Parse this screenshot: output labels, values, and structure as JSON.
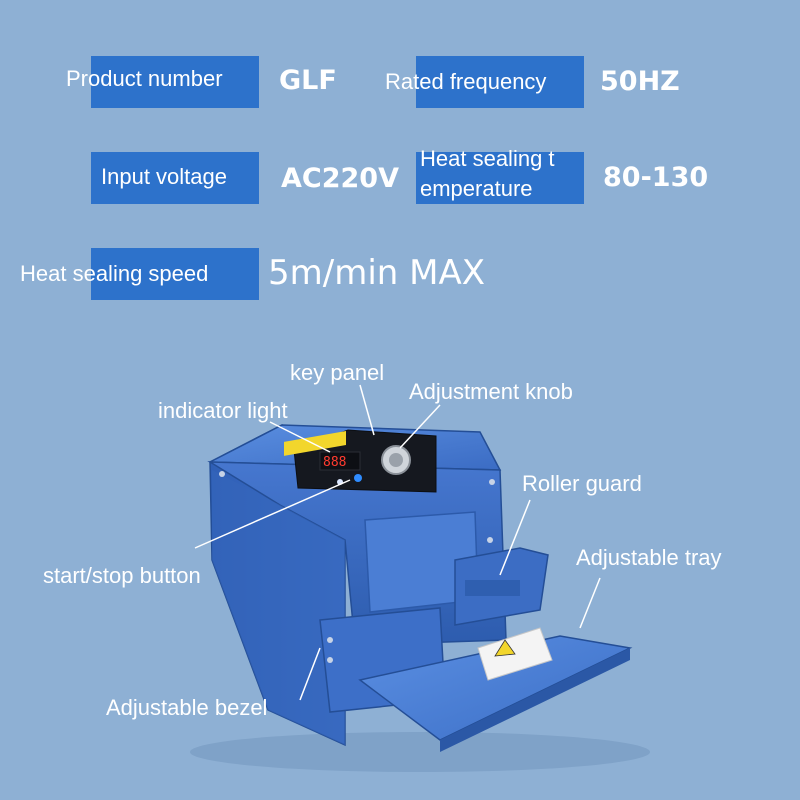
{
  "specs": {
    "product_number_label": "Product number",
    "product_number_value": "GLF",
    "rated_frequency_label": "Rated frequency",
    "rated_frequency_value": "50HZ",
    "input_voltage_label": "Input voltage",
    "input_voltage_value": "AC220V",
    "heat_temp_label_line1": "Heat sealing t",
    "heat_temp_label_line2": "emperature",
    "heat_temp_value": "80-130",
    "heat_speed_label": "Heat sealing speed",
    "heat_speed_value": "5m/min MAX"
  },
  "callouts": {
    "key_panel": "key panel",
    "adjustment_knob": "Adjustment knob",
    "indicator_light": "indicator light",
    "roller_guard": "Roller guard",
    "adjustable_tray": "Adjustable tray",
    "start_stop_button": "start/stop button",
    "adjustable_bezel": "Adjustable bezel"
  },
  "colors": {
    "background": "#8eb0d4",
    "label_box": "#2d72cb",
    "machine_body": "#3a6fc6",
    "text": "#ffffff"
  },
  "display": {
    "readout": "888"
  }
}
